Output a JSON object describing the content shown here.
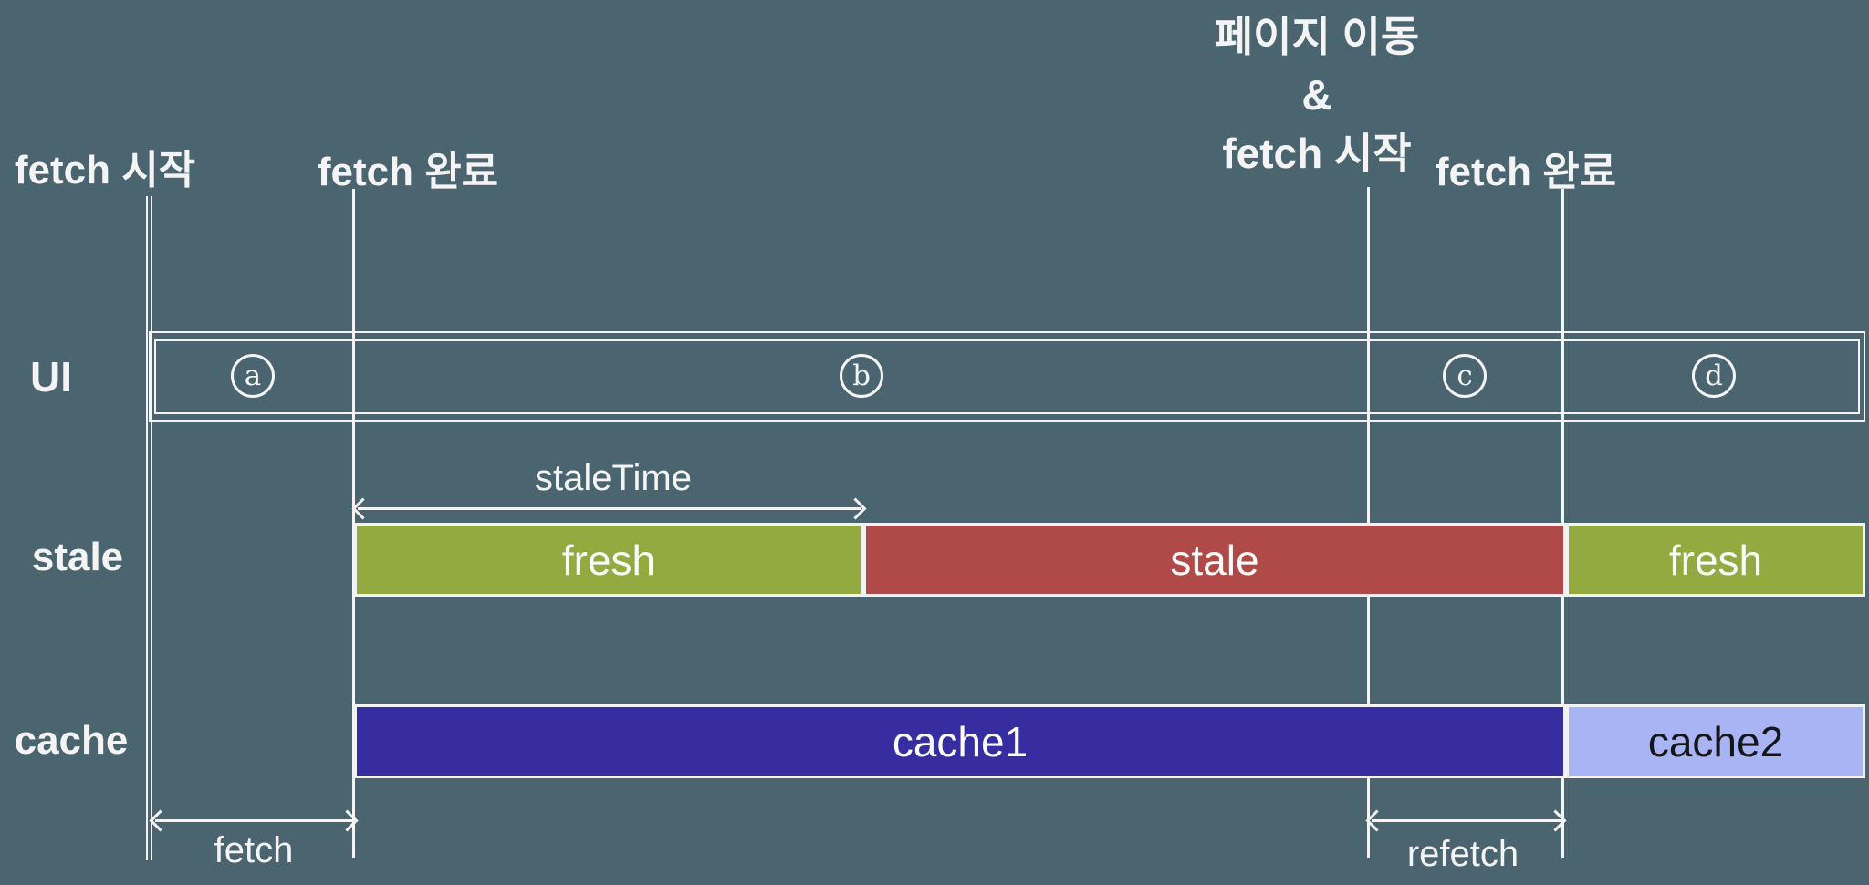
{
  "colors": {
    "background": "#4A6470",
    "line_white": "#F4F4F4",
    "fresh_green": "#93AA41",
    "stale_red": "#AF4A48",
    "cache1_indigo": "#352DA0",
    "cache2_periwinkle": "#A9B4F4"
  },
  "timeline": {
    "t1": "fetch 시작",
    "t2": "fetch 완료",
    "t3_line1": "페이지 이동",
    "t3_line2": "&",
    "t3_line3": "fetch 시작",
    "t4": "fetch 완료"
  },
  "ui": {
    "label": "UI",
    "markers": [
      "a",
      "b",
      "c",
      "d"
    ]
  },
  "stale": {
    "label": "stale",
    "annotation": "staleTime",
    "bars": [
      "fresh",
      "stale",
      "fresh"
    ]
  },
  "cache": {
    "label": "cache",
    "bars": [
      "cache1",
      "cache2"
    ]
  },
  "bottom": {
    "fetch": "fetch",
    "refetch": "refetch"
  }
}
